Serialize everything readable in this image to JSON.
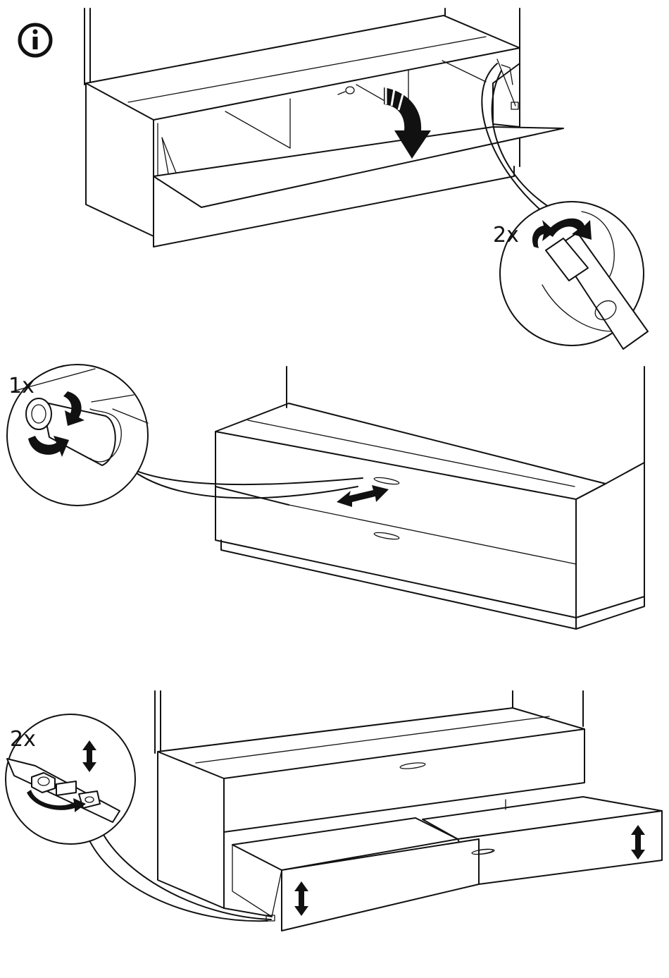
{
  "info_icon": "info-icon",
  "step_top": {
    "count_label": "2x"
  },
  "step_middle": {
    "count_label": "1x"
  },
  "step_bottom": {
    "count_label": "2x"
  },
  "colors": {
    "line": "#111111",
    "background": "#ffffff"
  }
}
